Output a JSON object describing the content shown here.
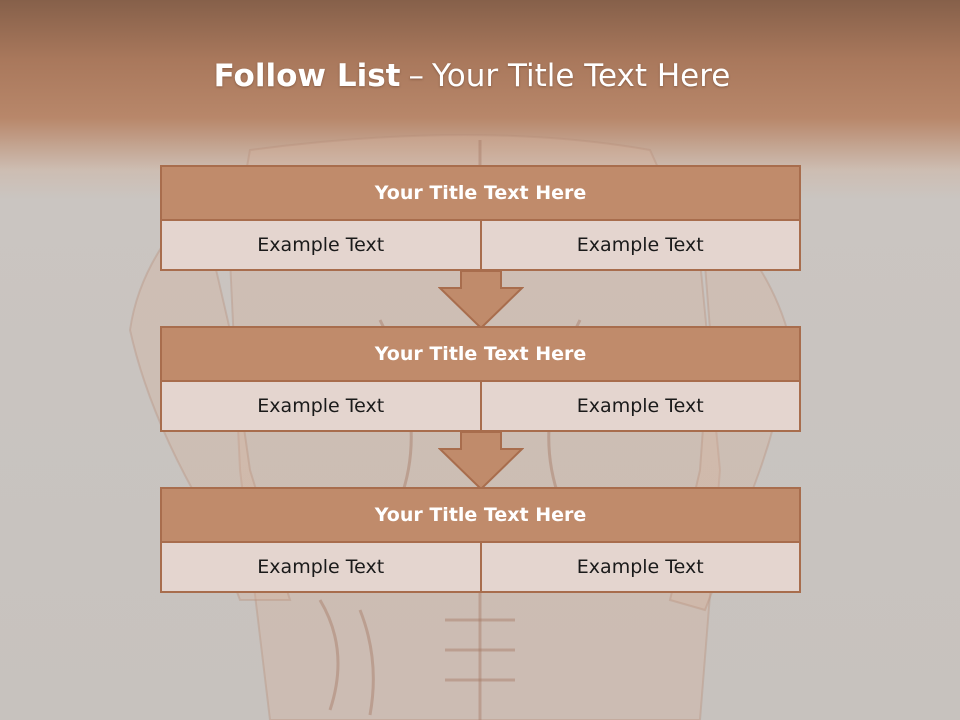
{
  "slide": {
    "title_bold": "Follow List",
    "title_dash": "–",
    "title_rest": "Your Title Text Here"
  },
  "blocks": [
    {
      "title": "Your Title Text Here",
      "left": "Example Text",
      "right": "Example Text"
    },
    {
      "title": "Your Title Text Here",
      "left": "Example Text",
      "right": "Example Text"
    },
    {
      "title": "Your Title Text Here",
      "left": "Example Text",
      "right": "Example Text"
    }
  ],
  "colors": {
    "header_band": "#a9785c",
    "block_title_fill": "#c08b6b",
    "block_border": "#a86d4d",
    "cell_fill": "#e4d5cf",
    "arrow_fill": "#c08b6b"
  }
}
